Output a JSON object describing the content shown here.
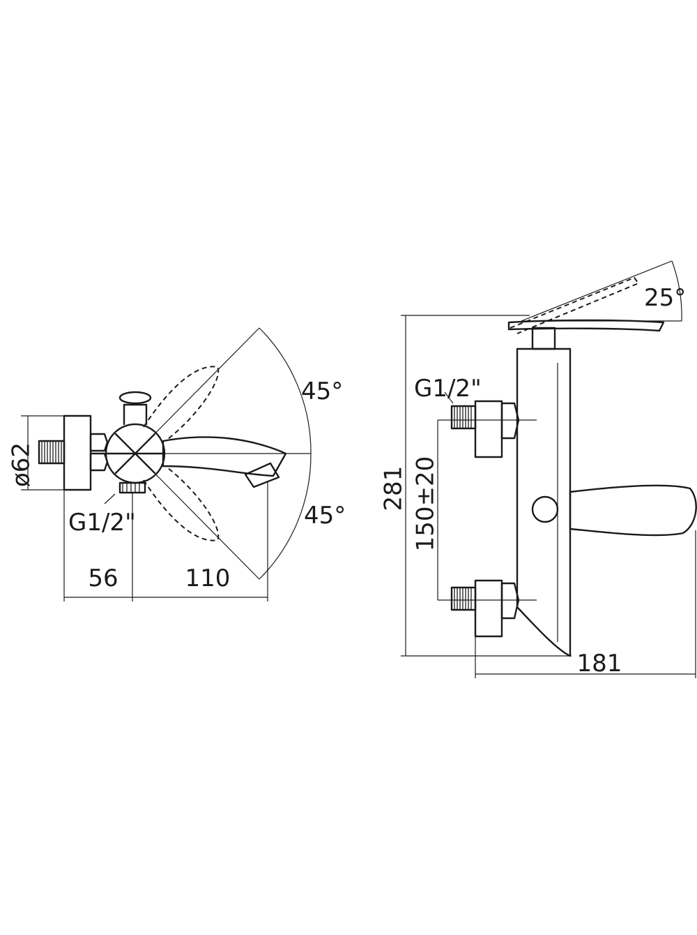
{
  "front_view": {
    "dim_diameter": "ø62",
    "dim_inlet_depth": "56",
    "dim_spout_reach": "110",
    "spout_swivel_upper": "45°",
    "spout_swivel_lower": "45°",
    "thread_outlet": "G1/2\""
  },
  "side_view": {
    "lever_tilt": "25°",
    "thread_inlet": "G1/2\"",
    "dim_total_height": "281",
    "dim_centers": "150±20",
    "dim_total_depth": "181"
  }
}
